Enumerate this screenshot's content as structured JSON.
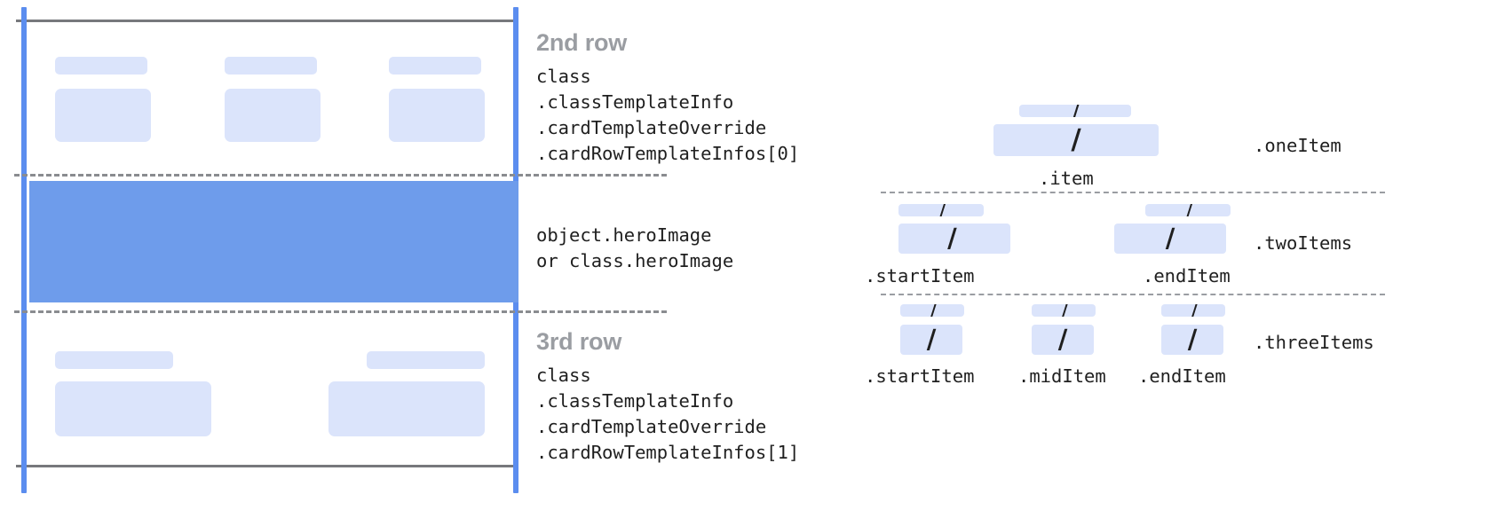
{
  "colors": {
    "placeholder": "#dbe4fb",
    "hero": "#6e9ceb",
    "rule": "#77787c",
    "dashed": "#8a8c90",
    "accent_line": "#5b8def",
    "heading": "#9a9da2",
    "code": "#1f1f1f"
  },
  "left_diagram": {
    "rows": [
      {
        "title": "2nd row",
        "code": "class\n.classTemplateInfo\n.cardTemplateOverride\n.cardRowTemplateInfos[0]",
        "placeholders": 3
      },
      {
        "title": "",
        "code": "object.heroImage\nor class.heroImage",
        "placeholders": 0
      },
      {
        "title": "3rd row",
        "code": "class\n.classTemplateInfo\n.cardTemplateOverride\n.cardRowTemplateInfos[1]",
        "placeholders": 2
      }
    ]
  },
  "right_diagram": {
    "groups": [
      {
        "name": ".oneItem",
        "items": [
          {
            "label": ".item",
            "slash": "/"
          }
        ]
      },
      {
        "name": ".twoItems",
        "items": [
          {
            "label": ".startItem",
            "slash": "/"
          },
          {
            "label": ".endItem",
            "slash": "/"
          }
        ]
      },
      {
        "name": ".threeItems",
        "items": [
          {
            "label": ".startItem",
            "slash": "/"
          },
          {
            "label": ".midItem",
            "slash": "/"
          },
          {
            "label": ".endItem",
            "slash": "/"
          }
        ]
      }
    ]
  }
}
